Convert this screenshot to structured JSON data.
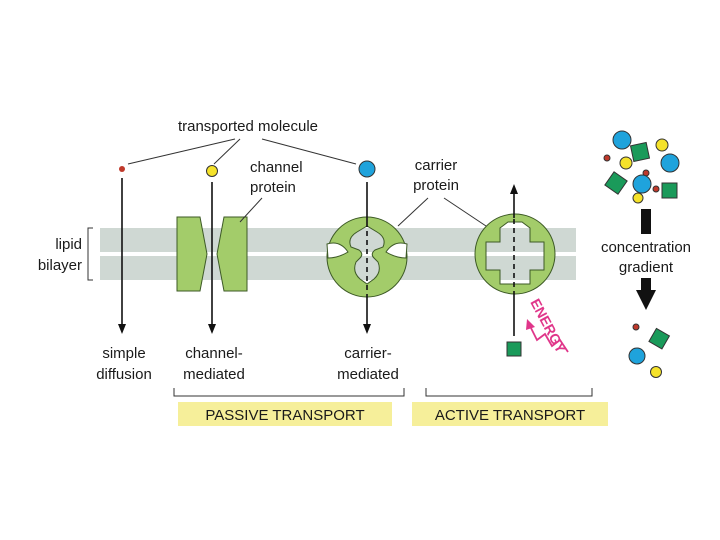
{
  "labels": {
    "transported_molecule": "transported molecule",
    "channel_protein_1": "channel",
    "channel_protein_2": "protein",
    "carrier_protein_1": "carrier",
    "carrier_protein_2": "protein",
    "lipid_bilayer_1": "lipid",
    "lipid_bilayer_2": "bilayer",
    "simple_diffusion_1": "simple",
    "simple_diffusion_2": "diffusion",
    "channel_mediated_1": "channel-",
    "channel_mediated_2": "mediated",
    "carrier_mediated_1": "carrier-",
    "carrier_mediated_2": "mediated",
    "passive_transport": "PASSIVE TRANSPORT",
    "active_transport": "ACTIVE TRANSPORT",
    "energy": "ENERGY",
    "concentration_gradient_1": "concentration",
    "concentration_gradient_2": "gradient"
  },
  "colors": {
    "membrane": "#cfd8d3",
    "protein": "#a3cc6a",
    "protein_stroke": "#3d5a26",
    "molecule_red": "#c0392b",
    "molecule_yellow": "#f5e22a",
    "molecule_blue": "#1fa3dc",
    "molecule_green": "#1a9a5a",
    "band_highlight": "#f6ef9a",
    "energy": "#e0368a"
  }
}
